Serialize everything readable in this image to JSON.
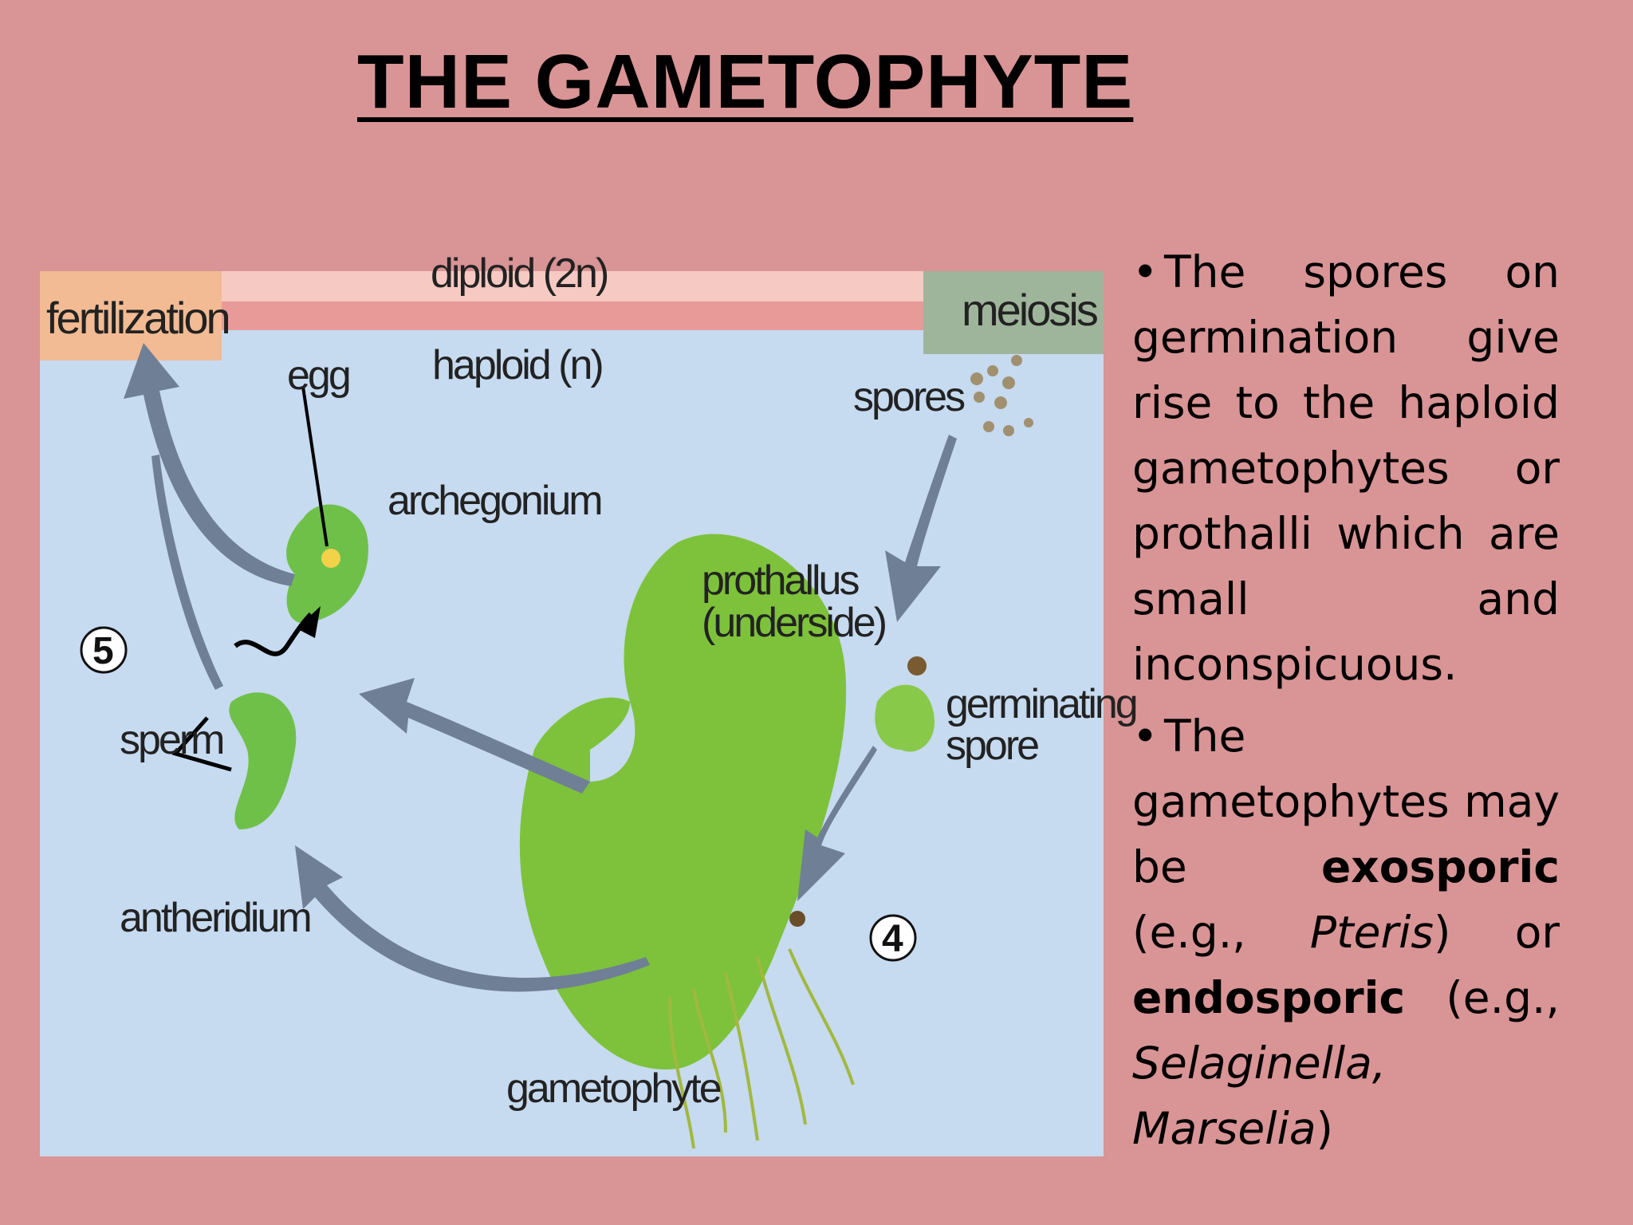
{
  "slide": {
    "title": "THE GAMETOPHYTE"
  },
  "diagram": {
    "labels": {
      "top_band": "diploid (2n)",
      "fertilization": "fertilization",
      "meiosis": "meiosis",
      "haploid": "haploid (n)",
      "egg": "egg",
      "archegonium": "archegonium",
      "spores": "spores",
      "prothallus_1": "prothallus",
      "prothallus_2": "(underside)",
      "germinating": "germinating",
      "spore": "spore",
      "sperm": "sperm",
      "antheridium": "antheridium",
      "gametophyte": "gametophyte",
      "step5": "5",
      "step4": "4"
    }
  },
  "text": {
    "p1_bullet": "•",
    "p1": "The spores on germination give rise to the haploid gametophytes or prothalli which are small and inconspicuous.",
    "p2_bullet": "•",
    "p2_a": "The gametophytes may be ",
    "p2_exo": "exosporic",
    "p2_b": " (e.g., ",
    "p2_pteris": "Pteris",
    "p2_c": ") or ",
    "p2_endo": "endosporic",
    "p2_d": " (e.g., ",
    "p2_selag": "Selaginella, Marselia",
    "p2_e": ")"
  },
  "colors": {
    "background": "#d99495",
    "figure_bg": "#c6daf0",
    "plant_green": "#7dc23a",
    "arrow_gray": "#6f7f95"
  }
}
